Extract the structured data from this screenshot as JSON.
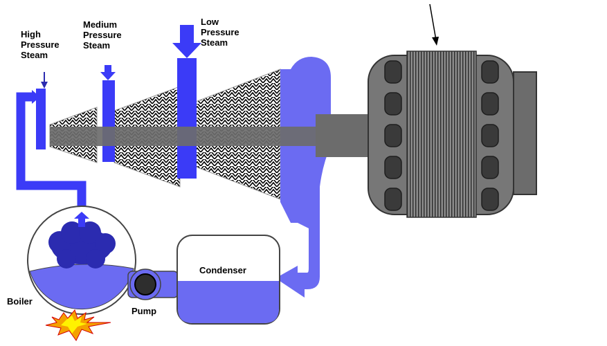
{
  "labels": {
    "high_pressure": "High\nPressure\nSteam",
    "medium_pressure": "Medium\nPressure\nSteam",
    "low_pressure": "Low\nPressure\nSteam",
    "condenser": "Condenser",
    "boiler": "Boiler",
    "pump": "Pump"
  },
  "colors": {
    "steam_blue": "#3b3bf7",
    "water_blue": "#6b6bf2",
    "cloud_navy": "#2b2bb0",
    "rotor_gray": "#6c6c6c",
    "generator_gray": "#777777",
    "flame_orange": "#f4a100",
    "flame_yellow": "#fff200"
  }
}
